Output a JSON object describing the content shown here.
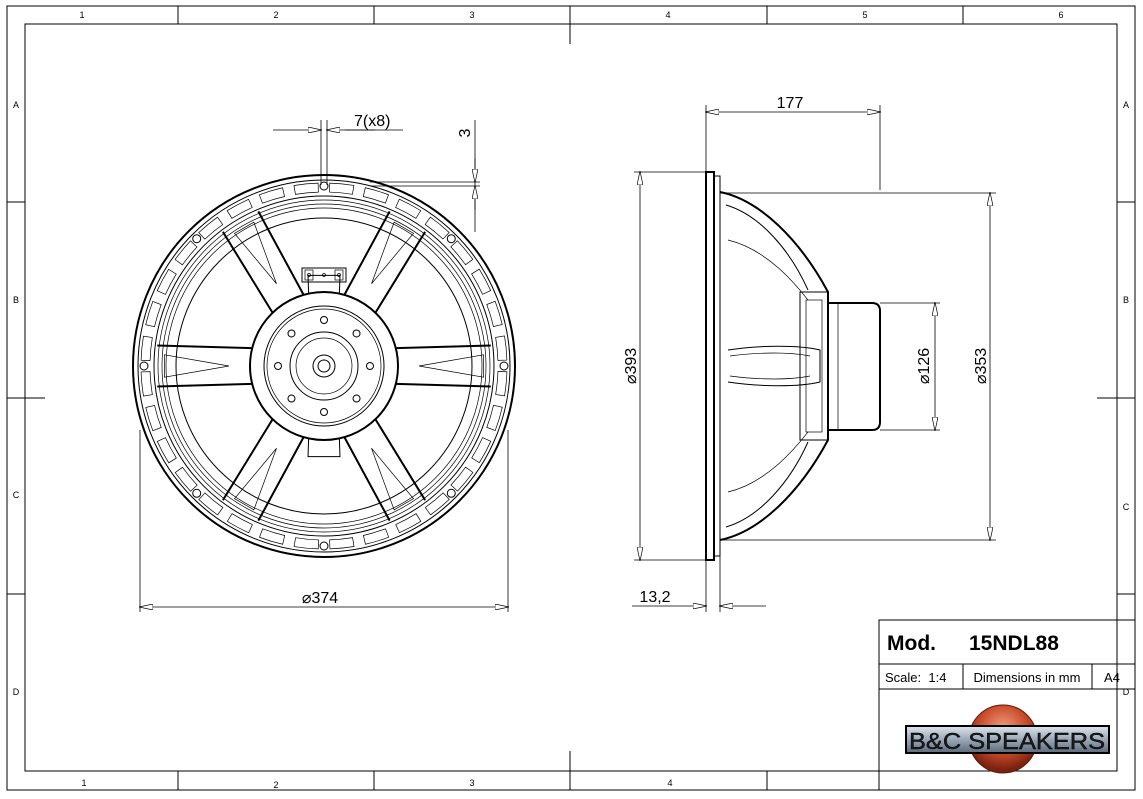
{
  "frame": {
    "columns_top": [
      "1",
      "2",
      "3",
      "4",
      "5",
      "6"
    ],
    "columns_bottom": [
      "1",
      "2",
      "3",
      "4"
    ],
    "rows_left": [
      "A",
      "B",
      "C",
      "D"
    ],
    "rows_right": [
      "A",
      "B",
      "C",
      "D"
    ]
  },
  "dimensions": {
    "bolt_hole": "7(x8)",
    "flange_offset": "3",
    "front_diameter": "⌀374",
    "depth": "177",
    "outer_diameter": "⌀393",
    "magnet_diameter": "⌀126",
    "baffle_cutout": "⌀353",
    "flange_thickness": "13,2"
  },
  "title_block": {
    "mod_label": "Mod.",
    "model": "15NDL88",
    "scale": "Scale:  1:4",
    "units": "Dimensions in mm",
    "paper": "A4",
    "logo_text": "B&C SPEAKERS"
  }
}
